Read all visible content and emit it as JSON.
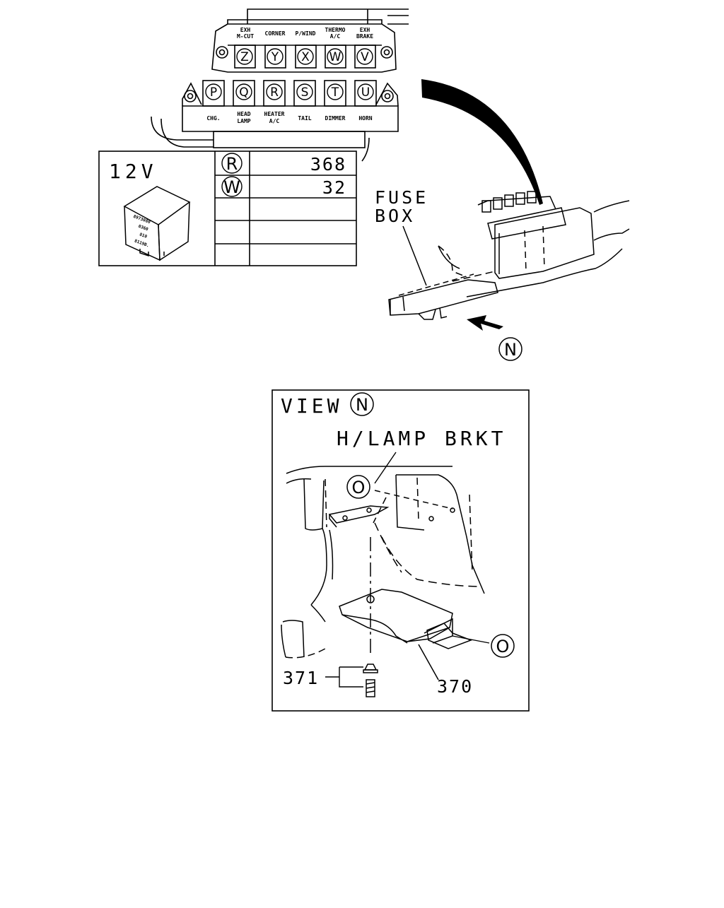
{
  "upper_relays": [
    {
      "letter": "Z",
      "label_line1": "EXH",
      "label_line2": "M-CUT"
    },
    {
      "letter": "Y",
      "label_line1": "CORNER",
      "label_line2": ""
    },
    {
      "letter": "X",
      "label_line1": "P/WIND",
      "label_line2": ""
    },
    {
      "letter": "W",
      "label_line1": "THERMO",
      "label_line2": "A/C"
    },
    {
      "letter": "V",
      "label_line1": "EXH",
      "label_line2": "BRAKE"
    }
  ],
  "lower_relays": [
    {
      "letter": "P",
      "label_line1": "CHG.",
      "label_line2": ""
    },
    {
      "letter": "Q",
      "label_line1": "HEAD",
      "label_line2": "LAMP"
    },
    {
      "letter": "R",
      "label_line1": "HEATER",
      "label_line2": "A/C"
    },
    {
      "letter": "S",
      "label_line1": "TAIL",
      "label_line2": ""
    },
    {
      "letter": "T",
      "label_line1": "DIMMER",
      "label_line2": ""
    },
    {
      "letter": "U",
      "label_line1": "HORN",
      "label_line2": ""
    }
  ],
  "relay_table": {
    "voltage": "12V",
    "relay_markings": [
      "8973080",
      "0360",
      "810",
      "8119B."
    ],
    "rows": [
      {
        "letter": "R",
        "part": "368"
      },
      {
        "letter": "W",
        "part": "32"
      },
      {
        "letter": "",
        "part": ""
      },
      {
        "letter": "",
        "part": ""
      },
      {
        "letter": "",
        "part": ""
      }
    ]
  },
  "fuse_box": {
    "label_line1": "FUSE",
    "label_line2": "BOX",
    "view_marker": "N"
  },
  "view_panel": {
    "title": "VIEW",
    "title_marker": "N",
    "bracket_label": "H/LAMP BRKT",
    "callout_o": "O",
    "callout_o2": "O",
    "part_371": "371",
    "part_370": "370"
  }
}
